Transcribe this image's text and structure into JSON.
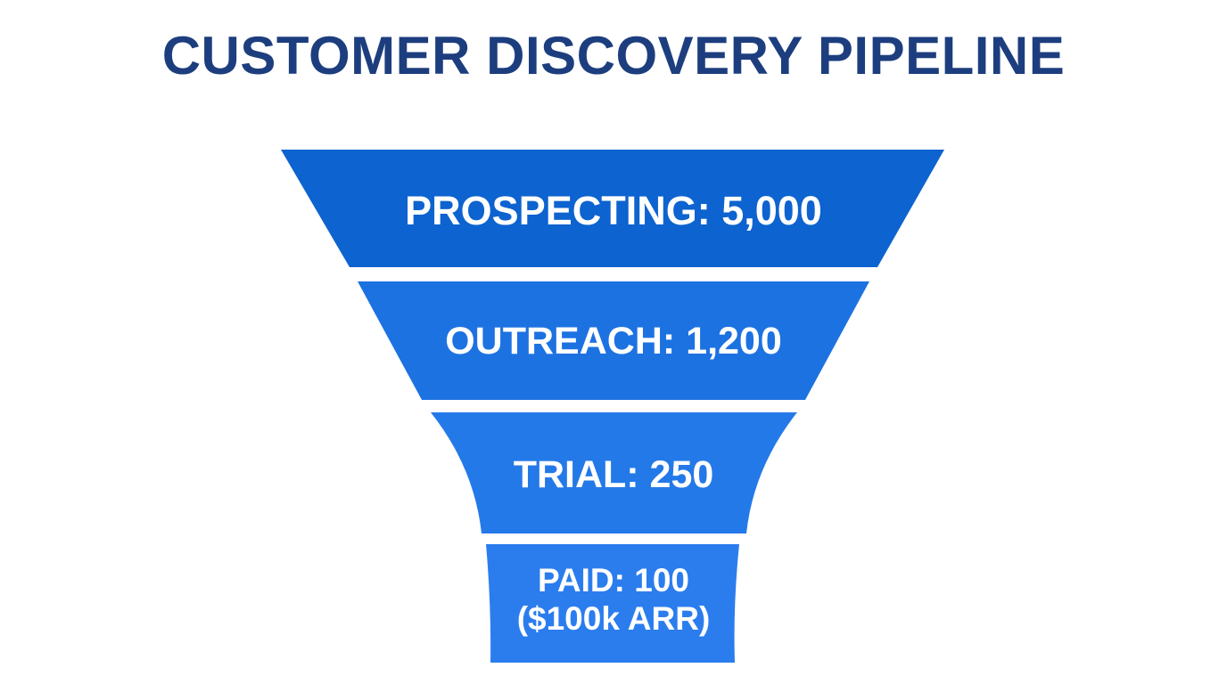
{
  "title": "CUSTOMER DISCOVERY PIPELINE",
  "colors": {
    "background": "#ffffff",
    "title_text": "#1d3e7e",
    "stage_text": "#ffffff",
    "stage_fills": [
      "#0d63cf",
      "#1d72e1",
      "#2479e8",
      "#2b7dee"
    ]
  },
  "chart_data": {
    "type": "funnel",
    "title": "CUSTOMER DISCOVERY PIPELINE",
    "orientation": "top-wide",
    "stages": [
      {
        "label": "PROSPECTING",
        "value": 5000,
        "display": "PROSPECTING: 5,000"
      },
      {
        "label": "OUTREACH",
        "value": 1200,
        "display": "OUTREACH: 1,200"
      },
      {
        "label": "TRIAL",
        "value": 250,
        "display": "TRIAL: 250"
      },
      {
        "label": "PAID",
        "value": 100,
        "display": "PAID: 100",
        "display_line2": "($100k ARR)",
        "annotation": "$100k ARR"
      }
    ]
  }
}
